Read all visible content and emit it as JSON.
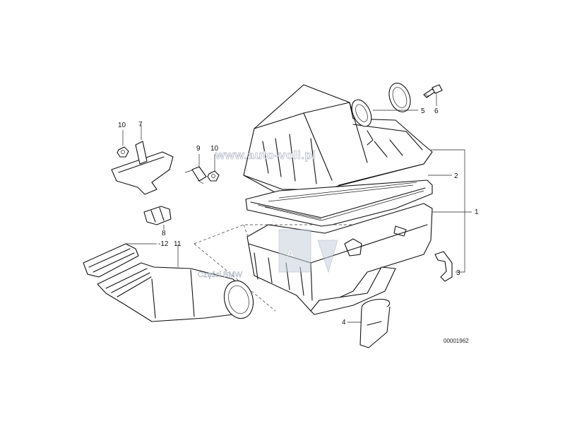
{
  "callouts": {
    "c1": "1",
    "c2": "2",
    "c3": "3",
    "c4": "4",
    "c5": "5",
    "c6": "6",
    "c7": "7",
    "c8": "8",
    "c9": "9",
    "c10a": "10",
    "c10b": "10",
    "c11": "11",
    "c12": "-12"
  },
  "drawing_code": "00001962",
  "watermark": {
    "url_text": "www.auto-voll.pl",
    "brand_text": "Części BMW"
  },
  "colors": {
    "line": "#111111",
    "background": "#ffffff",
    "watermark_stroke": "#9aa3b5"
  }
}
